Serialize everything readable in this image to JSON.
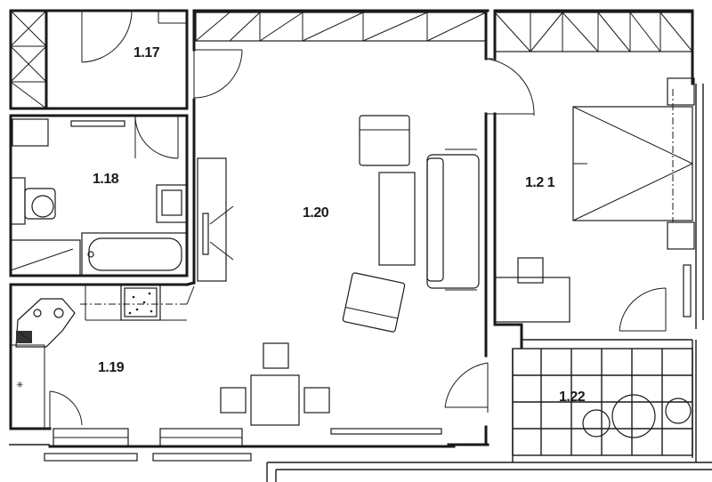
{
  "rooms": [
    {
      "id": "r117",
      "label": "1.17"
    },
    {
      "id": "r118",
      "label": "1.18"
    },
    {
      "id": "r119",
      "label": "1.19"
    },
    {
      "id": "r120",
      "label": "1.20"
    },
    {
      "id": "r121",
      "label": "1.2 1"
    },
    {
      "id": "r122",
      "label": "1.22"
    }
  ]
}
